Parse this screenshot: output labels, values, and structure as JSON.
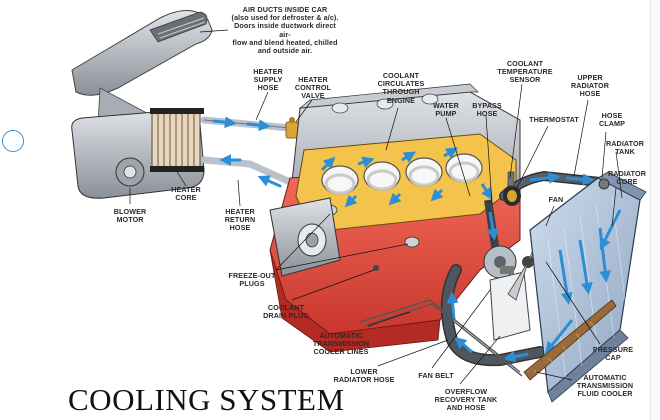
{
  "title": "COOLING SYSTEM",
  "labels": {
    "air_ducts": "AIR DUCTS INSIDE CAR\n(also used for defroster & a/c).\nDoors inside ductwork direct air-\nflow and blend heated, chilled\nand outside air.",
    "heater_supply_hose": "HEATER\nSUPPLY\nHOSE",
    "heater_control_valve": "HEATER\nCONTROL\nVALVE",
    "coolant_circulates": "COOLANT\nCIRCULATES\nTHROUGH\nENGINE",
    "water_pump": "WATER\nPUMP",
    "bypass_hose": "BYPASS\nHOSE",
    "coolant_temp_sensor": "COOLANT\nTEMPERATURE\nSENSOR",
    "thermostat": "THERMOSTAT",
    "upper_radiator_hose": "UPPER\nRADIATOR\nHOSE",
    "hose_clamp": "HOSE\nCLAMP",
    "radiator_tank": "RADIATOR\nTANK",
    "radiator_core": "RADIATOR\nCORE",
    "fan": "FAN",
    "blower_motor": "BLOWER\nMOTOR",
    "heater_core": "HEATER\nCORE",
    "heater_return_hose": "HEATER\nRETURN\nHOSE",
    "freeze_out_plugs": "FREEZE-OUT\nPLUGS",
    "coolant_drain_plug": "COOLANT\nDRAIN PLUG",
    "auto_trans_cooler_lines": "AUTOMATIC\nTRANSMISSION\nCOOLER LINES",
    "lower_radiator_hose": "LOWER\nRADIATOR HOSE",
    "fan_belt": "FAN BELT",
    "overflow_tank": "OVERFLOW\nRECOVERY TANK\nAND HOSE",
    "pressure_cap": "PRESSURE\nCAP",
    "auto_trans_fluid_cooler": "AUTOMATIC\nTRANSMISSION\nFLUID COOLER"
  }
}
